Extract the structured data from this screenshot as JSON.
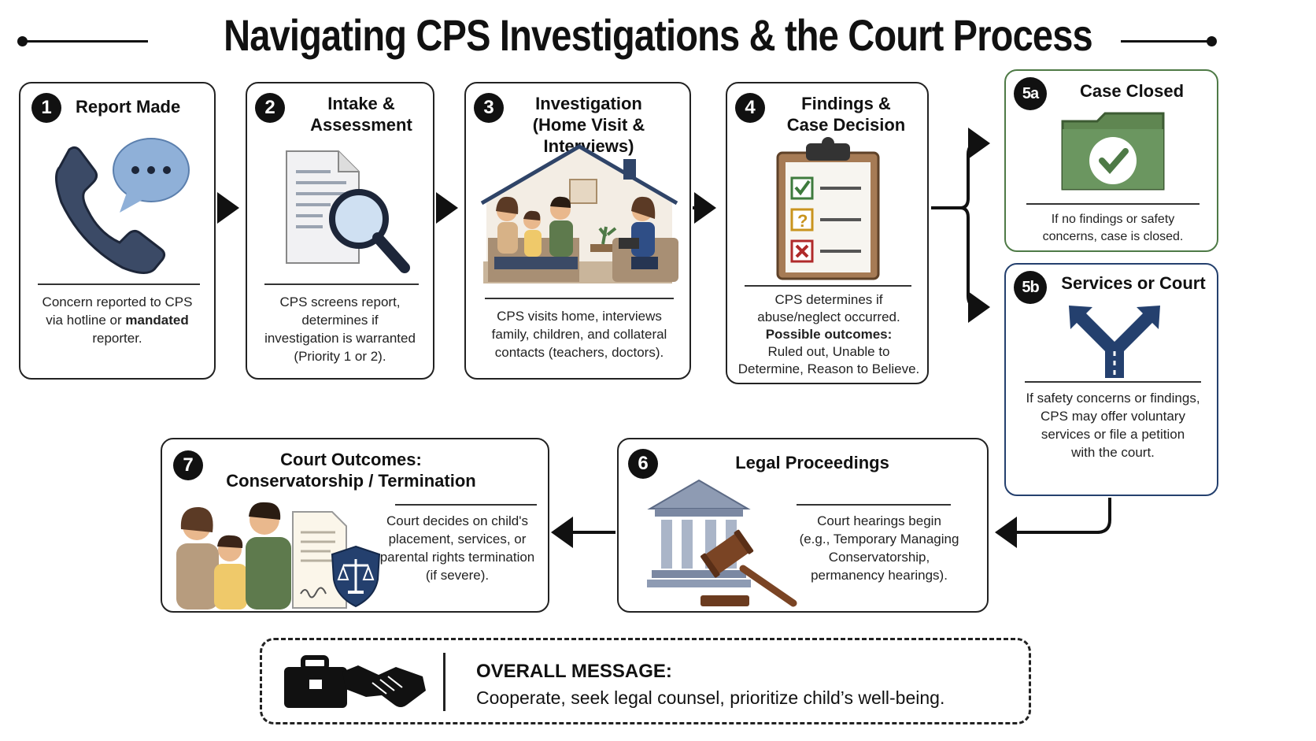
{
  "title": "Navigating CPS Investigations & the Court Process",
  "steps": {
    "s1": {
      "num": "1",
      "title": "Report Made",
      "desc": [
        "Concern reported to CPS",
        "via hotline or",
        "mandated",
        "reporter."
      ]
    },
    "s2": {
      "num": "2",
      "title": [
        "Intake &",
        "Assessment"
      ],
      "desc": [
        "CPS screens report,",
        "determines if",
        "investigation is warranted",
        "(Priority 1 or 2)."
      ]
    },
    "s3": {
      "num": "3",
      "title": [
        "Investigation",
        "(Home Visit & Interviews)"
      ],
      "desc": [
        "CPS visits home, interviews",
        "family, children, and collateral",
        "contacts (teachers, doctors)."
      ]
    },
    "s4": {
      "num": "4",
      "title": [
        "Findings &",
        "Case Decision"
      ],
      "desc": [
        "CPS determines if",
        "abuse/neglect occurred.",
        "Possible outcomes:",
        "Ruled out, Unable to",
        "Determine, Reason to Believe."
      ]
    },
    "s5a": {
      "num": "5a",
      "title": "Case Closed",
      "desc": [
        "If no findings or safety",
        "concerns, case is closed."
      ]
    },
    "s5b": {
      "num": "5b",
      "title": "Services or Court",
      "desc": [
        "If safety concerns or findings,",
        "CPS may offer voluntary",
        "services or file a petition",
        "with the court."
      ]
    },
    "s6": {
      "num": "6",
      "title": "Legal Proceedings",
      "desc": [
        "Court hearings begin",
        "(e.g., Temporary Managing",
        "Conservatorship,",
        "permanency hearings)."
      ]
    },
    "s7": {
      "num": "7",
      "title": [
        "Court Outcomes:",
        "Conservatorship / Termination"
      ],
      "desc": [
        "Court decides on child's",
        "placement, services, or",
        "parental rights termination",
        "(if severe)."
      ]
    }
  },
  "summary": {
    "title": "OVERALL MESSAGE:",
    "text": "Cooperate, seek legal counsel, prioritize child’s well-being."
  },
  "icons": {
    "s1": [
      "phone-icon",
      "speech-bubble-icon"
    ],
    "s2": [
      "document-icon",
      "magnifier-icon"
    ],
    "s3": [
      "home-visit-illustration"
    ],
    "s4": [
      "clipboard-checklist-icon"
    ],
    "s5a": [
      "folder-check-icon"
    ],
    "s5b": [
      "fork-road-icon"
    ],
    "s6": [
      "courthouse-icon",
      "gavel-icon"
    ],
    "s7": [
      "family-illustration",
      "legal-document-icon",
      "justice-shield-icon"
    ],
    "summary": [
      "briefcase-icon",
      "handshake-icon"
    ]
  },
  "colors": {
    "green": "#4e7a46",
    "navy": "#24406e",
    "dark": "#111111"
  }
}
